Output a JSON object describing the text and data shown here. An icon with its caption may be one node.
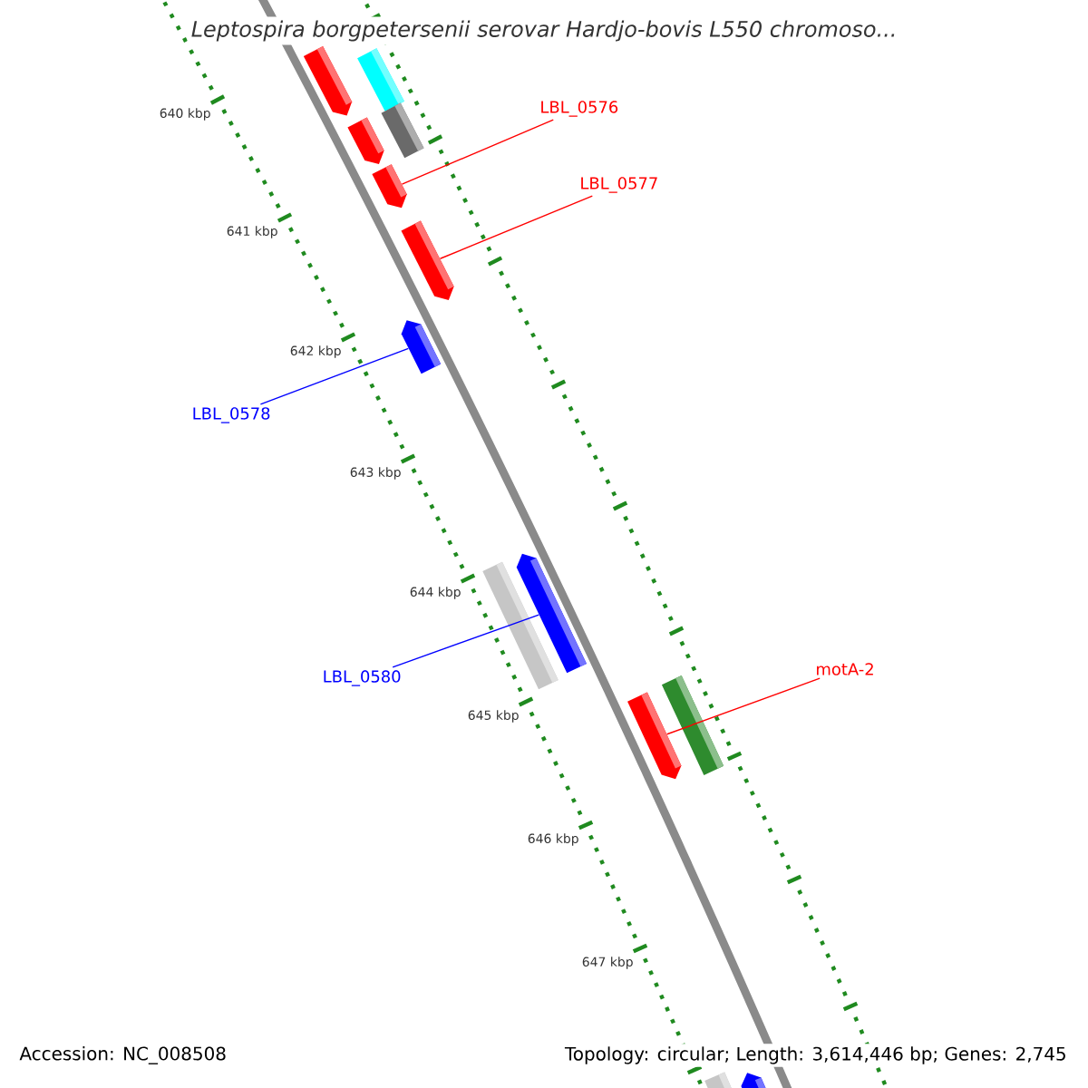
{
  "diagram": {
    "title": "Leptospira borgpetersenii serovar Hardjo-bovis L550 chromoso...",
    "nodes": [
      {
        "text": [
          "LBL_0576"
        ]
      },
      {
        "text": [
          "LBL_0577"
        ]
      },
      {
        "text": [
          "LBL_0578"
        ]
      },
      {
        "text": [
          "LBL_0580"
        ]
      },
      {
        "text": [
          "motA-2"
        ]
      },
      {
        "text": [],
        "shape": "bar"
      },
      {
        "text": [],
        "shape": "bar"
      },
      {
        "text": [],
        "shape": "bar"
      },
      {
        "text": [],
        "shape": "bar"
      },
      {
        "text": [],
        "shape": "bar"
      },
      {
        "text": [],
        "shape": "bar"
      },
      {
        "text": [],
        "shape": "bar"
      },
      {
        "text": [],
        "shape": "bar"
      },
      {
        "text": [],
        "shape": "bar"
      },
      {
        "text": [],
        "shape": "bar"
      },
      {
        "text": [],
        "shape": "bar"
      },
      {
        "text": [],
        "shape": "bar"
      },
      {
        "text": [],
        "shape": "bar"
      }
    ],
    "edges": [
      {
        "from": 0,
        "to": 9,
        "arrow": "none",
        "color": "#ff0000"
      },
      {
        "from": 1,
        "to": 10,
        "arrow": "none",
        "color": "#ff0000"
      },
      {
        "from": 2,
        "to": 11,
        "arrow": "none",
        "color": "#0000ff"
      },
      {
        "from": 3,
        "to": 12,
        "arrow": "none",
        "color": "#0000ff"
      },
      {
        "from": 4,
        "to": 15,
        "arrow": "none",
        "color": "#ff0000"
      }
    ],
    "labels": [
      "640 kbp",
      "641 kbp",
      "642 kbp",
      "643 kbp",
      "644 kbp",
      "645 kbp",
      "646 kbp",
      "647 kbp",
      "Accession: NC_008508",
      "Topology: circular; Length: 3,614,446 bp; Genes: 2,745"
    ]
  }
}
